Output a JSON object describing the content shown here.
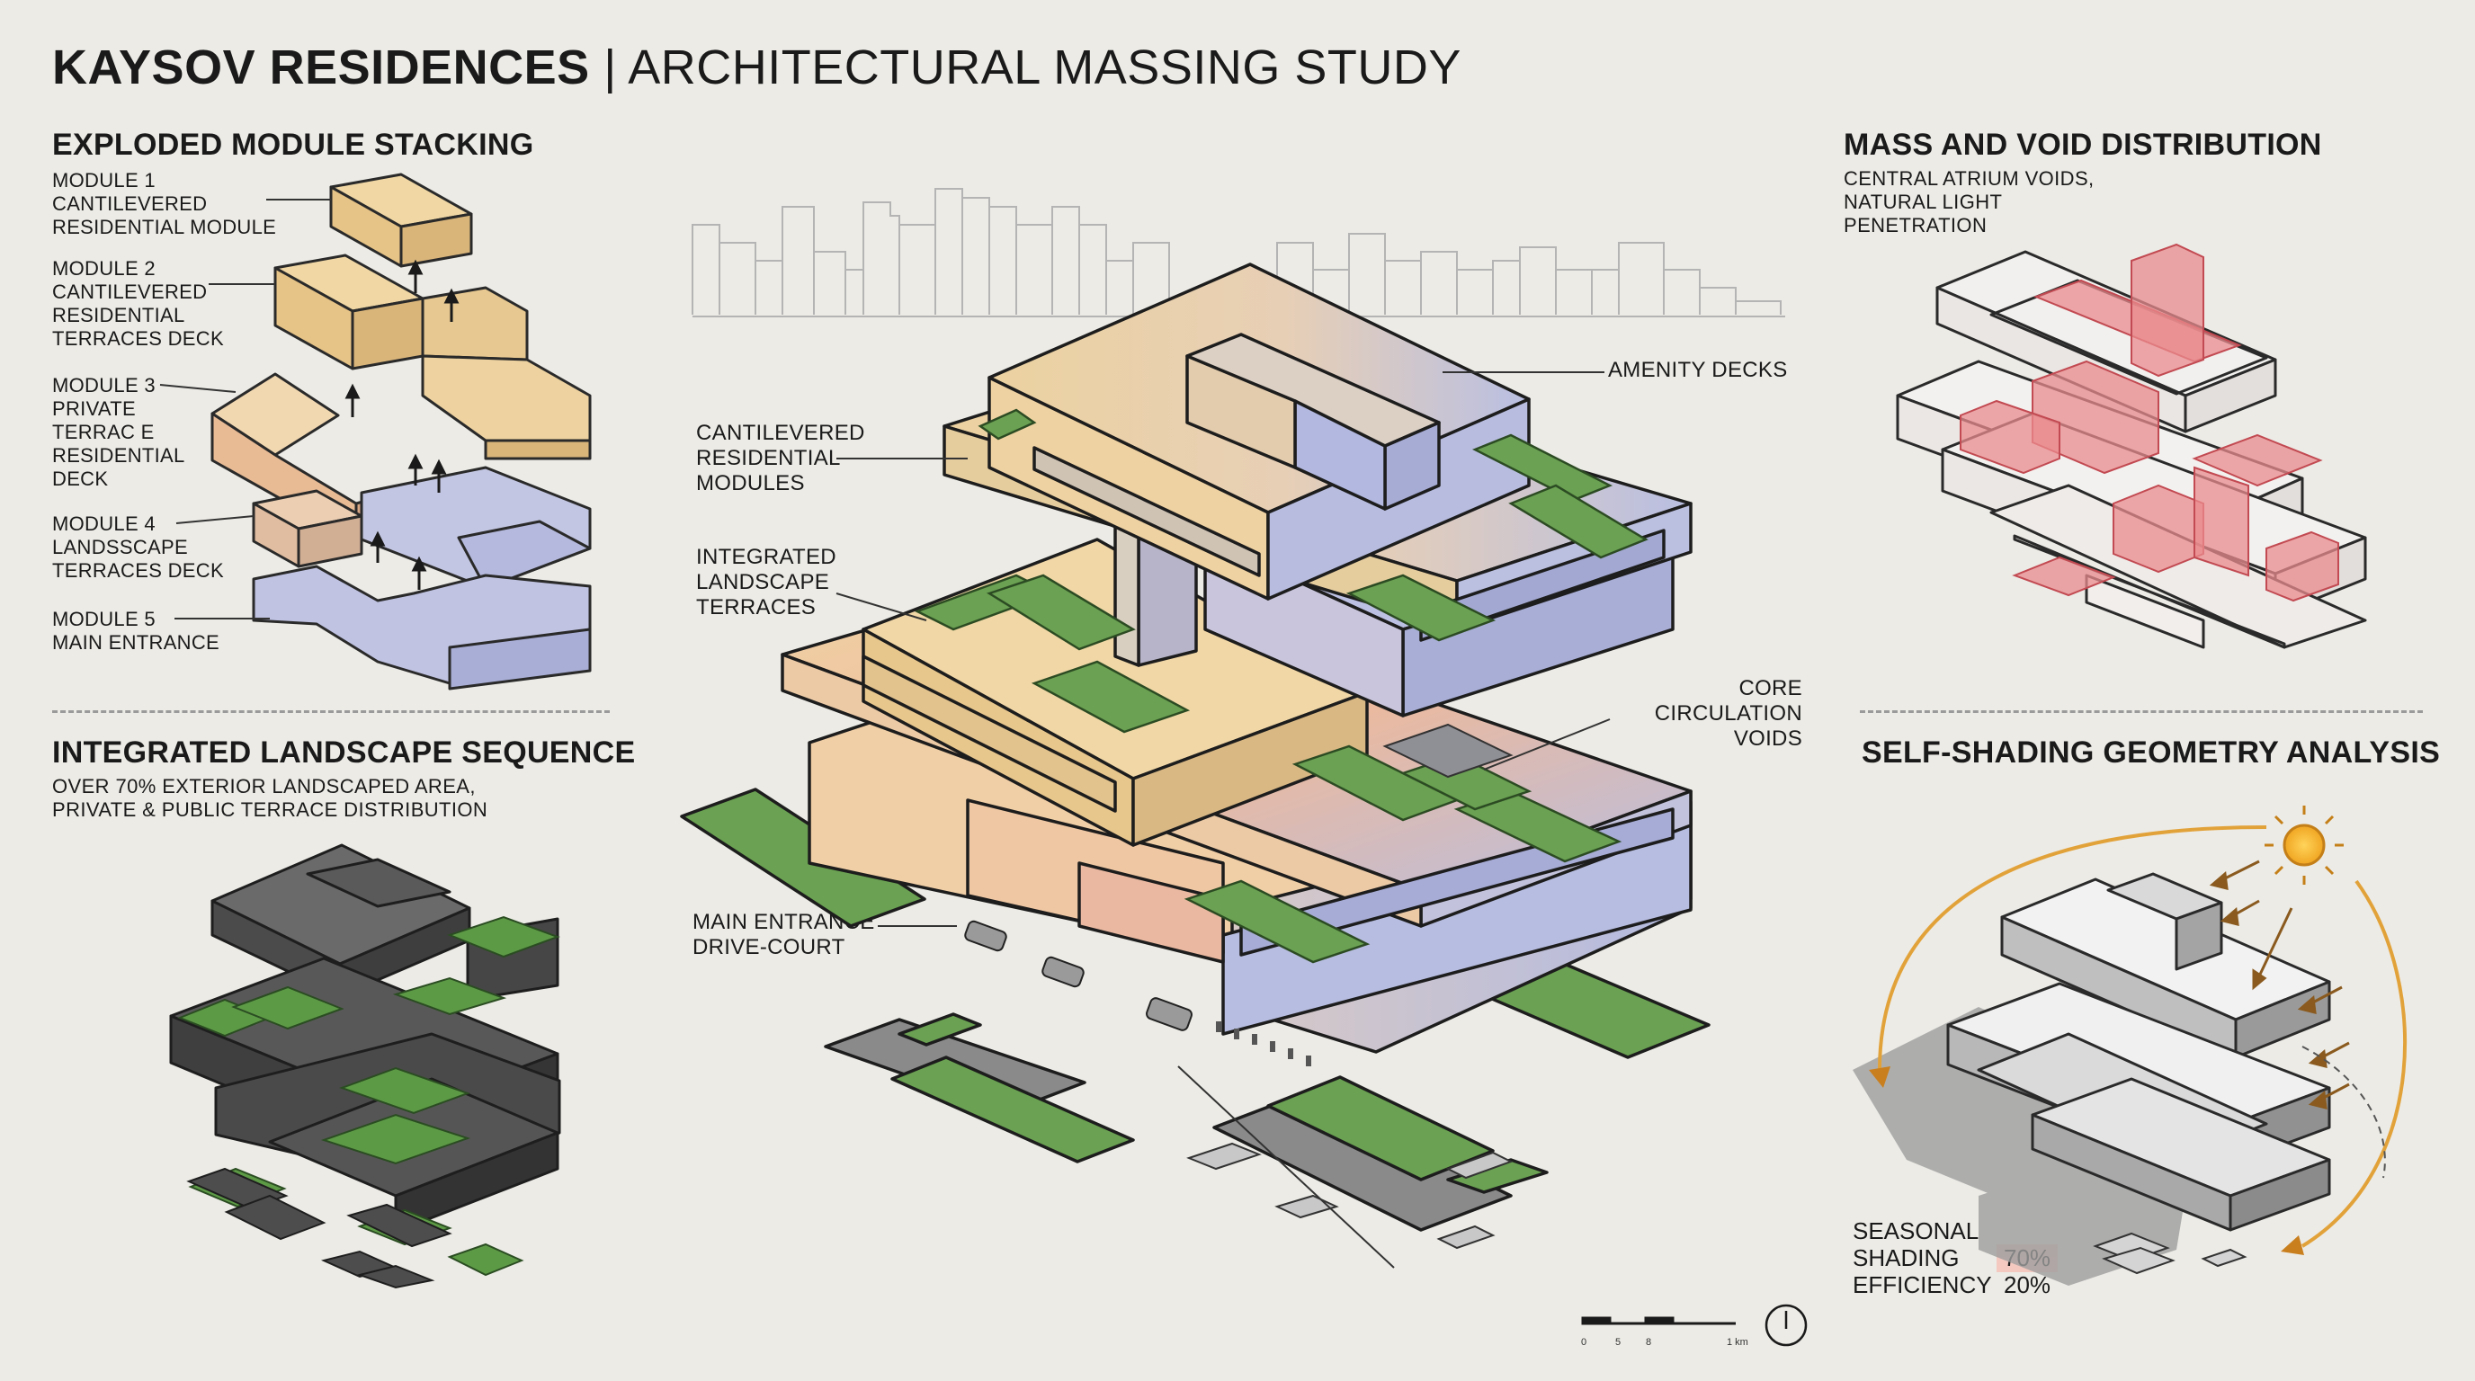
{
  "header": {
    "title_bold": "KAYSOV RESIDENCES",
    "title_sep": "|",
    "title_rest": "ARCHITECTURAL MASSING STUDY"
  },
  "exploded": {
    "heading": "EXPLODED MODULE STACKING",
    "modules": [
      "MODULE 1\nCANTILEVERED\nRESIDENTIAL MODULE",
      "MODULE 2\nCANTILEVERED\nRESIDENTIAL\nTERRACES DECK",
      "MODULE 3\nPRIVATE\nTERRAC E\nRESIDENTIAL\nDECK",
      "MODULE 4\nLANDSSCAPE\nTERRACES DECK",
      "MODULE 5\nMAIN ENTRANCE"
    ]
  },
  "landscape": {
    "heading": "INTEGRATED LANDSCAPE SEQUENCE",
    "subtitle": "OVER 70% EXTERIOR LANDSCAPED AREA,\nPRIVATE & PUBLIC TERRACE DISTRIBUTION"
  },
  "center": {
    "labels": {
      "amenity": "AMENITY DECKS",
      "cantilevered": "CANTILEVERED\nRESIDENTIAL\nMODULES",
      "terraces": "INTEGRATED\nLANDSCAPE\nTERRACES",
      "core": "CORE\nCIRCULATION\nVOIDS",
      "entrance": "MAIN ENTRANCE\nDRIVE-COURT"
    },
    "scale": {
      "ticks": [
        "0",
        "5",
        "8",
        "1 km"
      ]
    }
  },
  "mass_void": {
    "heading": "MASS AND VOID DISTRIBUTION",
    "subtitle": "CENTRAL ATRIUM VOIDS,\nNATURAL LIGHT\nPENETRATION"
  },
  "shading": {
    "heading": "SELF-SHADING GEOMETRY ANALYSIS",
    "stat_label": "SEASONAL\nSHADING\nEFFICIENCY",
    "values": [
      "70%",
      "20%"
    ]
  },
  "colors": {
    "module_tan": "#e8c98f",
    "module_blue": "#b6bcdf",
    "green": "#6aa152",
    "void_red": "#e58a8a",
    "sun": "#f2b33a",
    "background": "#ecebe6"
  }
}
